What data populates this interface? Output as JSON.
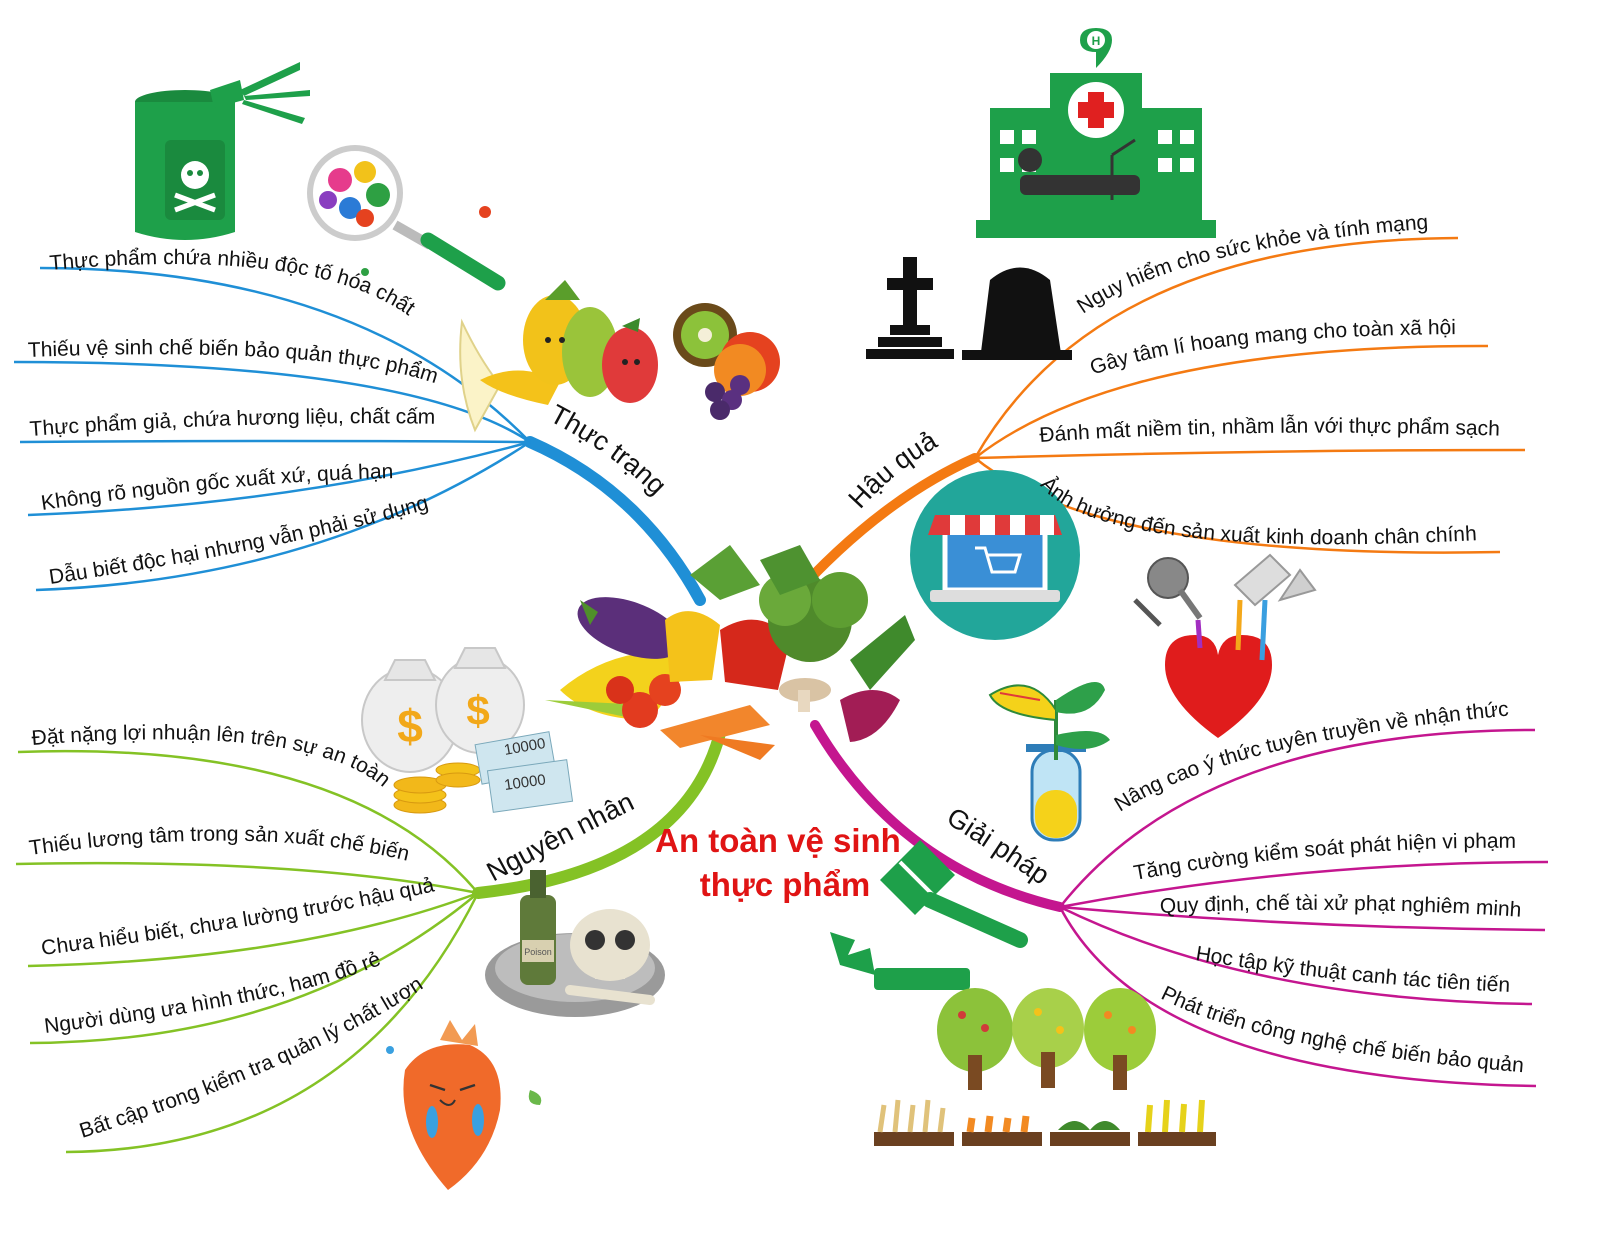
{
  "center": {
    "line1": "An toàn vệ sinh",
    "line2": "thực phẩm"
  },
  "colors": {
    "thuc_trang": "#1f8fd6",
    "hau_qua": "#f47a12",
    "nguyen_nhan": "#84c225",
    "giai_phap": "#c4168f",
    "center_text": "#e01414",
    "icon_green": "#1ea04a"
  },
  "branches": {
    "thuc_trang": {
      "title": "Thực trạng",
      "items": [
        "Thực phẩm chứa nhiều độc tố hóa chất",
        "Thiếu vệ sinh chế biến bảo quản thực phẩm",
        "Thực phẩm giả, chứa hương liệu, chất cấm",
        "Không rõ nguồn gốc xuất xứ, quá hạn",
        "Dẫu biết độc hại nhưng vẫn phải sử dụng"
      ]
    },
    "hau_qua": {
      "title": "Hậu quả",
      "items": [
        "Nguy hiểm cho sức khỏe và tính mạng",
        "Gây tâm lí hoang mang cho toàn xã hội",
        "Đánh mất niềm tin, nhầm lẫn với thực phẩm sạch",
        "Ảnh hưởng đến sản xuất kinh doanh chân chính"
      ]
    },
    "nguyen_nhan": {
      "title": "Nguyên nhân",
      "items": [
        "Đặt nặng lợi nhuận lên trên sự an toàn",
        "Thiếu lương tâm trong sản xuất chế biến",
        "Chưa hiểu biết, chưa lường trước hậu quả",
        "Người dùng ưa hình thức, ham đồ rẻ",
        "Bất cập trong kiểm tra quản lý chất lượng"
      ]
    },
    "giai_phap": {
      "title": "Giải pháp",
      "items": [
        "Nâng cao ý thức tuyên truyền về nhận thức",
        "Tăng cường kiểm soát phát hiện vi phạm",
        "Quy định, chế tài xử phạt nghiêm minh",
        "Học tập kỹ thuật canh tác tiên tiến",
        "Phát triển công nghệ chế biến bảo quản"
      ]
    }
  },
  "illustrations": {
    "money_label_1": "10000",
    "money_label_2": "10000",
    "hospital_letter": "H",
    "poison_label": "Poison"
  },
  "icons": [
    "poison-spray-icon",
    "germs-magnifier-icon",
    "sad-fruits-icon",
    "hospital-icon",
    "grave-icon",
    "online-shop-icon",
    "chemical-heart-icon",
    "seedling-tube-icon",
    "money-bags-icon",
    "poison-skull-icon",
    "crying-carrot-icon",
    "gavel-icon",
    "orchard-icon",
    "vegetable-basket-icon"
  ]
}
